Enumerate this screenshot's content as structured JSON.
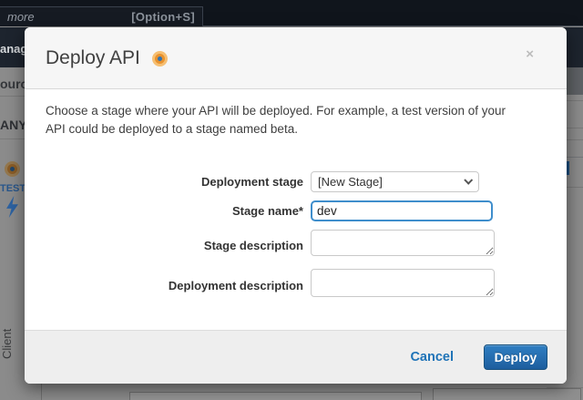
{
  "backdrop": {
    "topbar": {
      "more_label": "more",
      "shortcut_label": "[Option+S]"
    },
    "nav_partial_text": "anag",
    "page_partials": {
      "resources_partial": "ourc",
      "method_partial": "ANY",
      "test_label": "TEST",
      "client_label": "Client"
    },
    "icons": [
      "bullseye-icon",
      "lightning-icon"
    ]
  },
  "modal": {
    "title": "Deploy API",
    "title_icon": "bullseye-icon",
    "close_label": "×",
    "description": "Choose a stage where your API will be deployed. For example, a test version of your API could be deployed to a stage named beta.",
    "form": {
      "rows": [
        {
          "label": "Deployment stage",
          "type": "select",
          "value": "[New Stage]"
        },
        {
          "label": "Stage name*",
          "type": "text",
          "value": "dev"
        },
        {
          "label": "Stage description",
          "type": "textarea",
          "value": ""
        },
        {
          "label": "Deployment description",
          "type": "textarea",
          "value": ""
        }
      ]
    },
    "footer": {
      "cancel_label": "Cancel",
      "deploy_label": "Deploy"
    }
  },
  "colors": {
    "primary_button": "#1e62a6",
    "link_blue": "#1f73b7",
    "focus_border": "#3f8ecc",
    "icon_orange": "#e8922e",
    "icon_blue": "#2e74b5",
    "topbar_dark": "#10151c",
    "overlay_gray": "#8b8b8b"
  }
}
